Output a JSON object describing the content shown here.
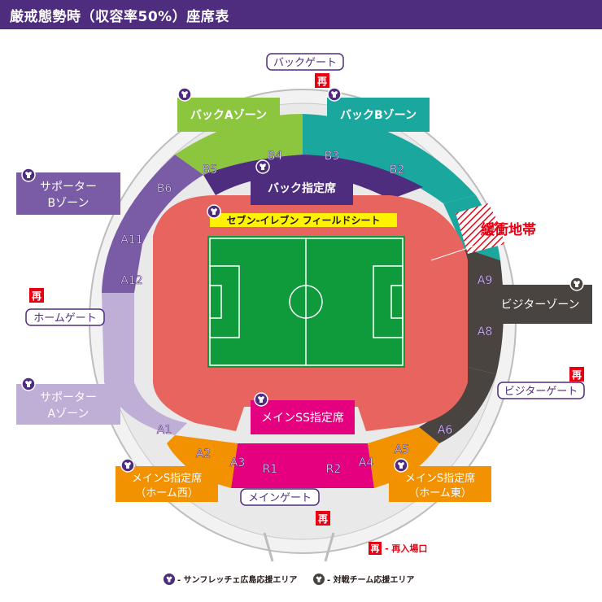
{
  "header": {
    "title": "厳戒態勢時（収容率50%）座席表"
  },
  "gates": {
    "back": "バックゲート",
    "home": "ホームゲート",
    "visitor": "ビジターゲート",
    "main": "メインゲート"
  },
  "zones": {
    "back_a": "バックAゾーン",
    "back_b": "バックBゾーン",
    "back_reserved": "バック指定席",
    "supporter_b": [
      "サポーター",
      "Bゾーン"
    ],
    "supporter_a": [
      "サポーター",
      "Aゾーン"
    ],
    "visitor": "ビジターゾーン",
    "main_ss": "メインSS指定席",
    "main_s_west": [
      "メインS指定席",
      "（ホーム西）"
    ],
    "main_s_east": [
      "メインS指定席",
      "（ホーム東）"
    ],
    "field_sheet": "セブン-イレブン フィールドシート",
    "buffer": "緩衝地帯"
  },
  "blocks": [
    "B5",
    "B4",
    "B3",
    "B2",
    "B6",
    "A11",
    "A12",
    "A9",
    "A8",
    "A1",
    "A2",
    "A3",
    "R1",
    "R2",
    "A4",
    "A5",
    "A6"
  ],
  "reentry_mark": "再",
  "legend": {
    "reentry": "- 再入場口",
    "home": "- サンフレッチェ広島応援エリア",
    "away": "- 対戦チーム応援エリア"
  },
  "colors": {
    "header": "#4e2c7e",
    "track": "#e8645f",
    "pitch": "#0f9a3c",
    "back_a": "#8cc63f",
    "back_b": "#1aa89e",
    "back_reserved": "#4e2c7e",
    "supporter_b": "#7a5ba6",
    "supporter_a": "#bfaed6",
    "visitor": "#4a4441",
    "main_ss": "#e5007f",
    "main_s": "#f39200",
    "reentry": "#e60012"
  }
}
